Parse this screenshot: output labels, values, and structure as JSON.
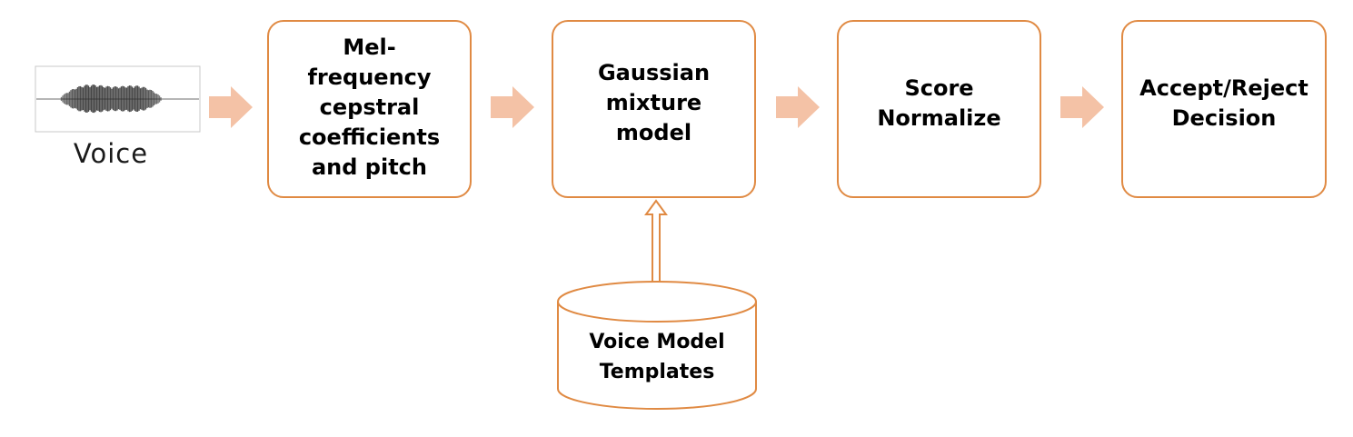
{
  "colors": {
    "box_border": "#e08a43",
    "flow_arrow": "#f4c2a6",
    "text": "#000000"
  },
  "input": {
    "label": "Voice",
    "icon": "voice-waveform-icon"
  },
  "steps": [
    {
      "label": "Mel-\nfrequency\ncepstral\ncoefficients\nand pitch"
    },
    {
      "label": "Gaussian\nmixture\nmodel"
    },
    {
      "label": "Score\nNormalize"
    },
    {
      "label": "Accept/Reject\nDecision"
    }
  ],
  "database": {
    "label": "Voice Model\nTemplates"
  }
}
